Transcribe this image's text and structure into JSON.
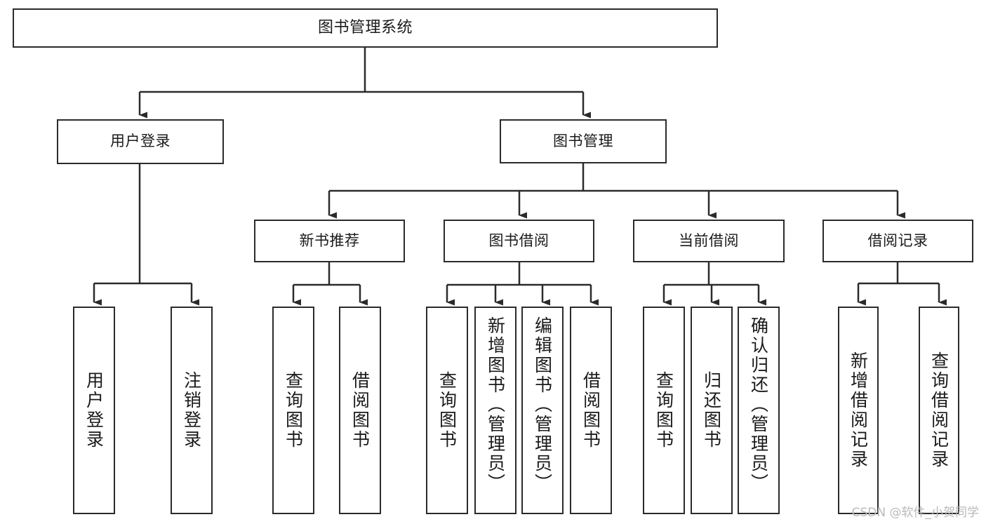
{
  "diagram": {
    "type": "tree-hierarchy",
    "title": "图书管理系统",
    "orientation": "top-down",
    "colors": {
      "box_border": "#2b2b2b",
      "box_fill": "#ffffff",
      "connector": "#2b2b2b",
      "text": "#1a1a1a",
      "watermark": "#b9b9b9",
      "background": "#ffffff"
    },
    "nodes": {
      "root": {
        "label": "图书管理系统",
        "level": 1
      },
      "level2": [
        {
          "id": "user-login",
          "label": "用户登录"
        },
        {
          "id": "book-manage",
          "label": "图书管理"
        }
      ],
      "level3": [
        {
          "id": "new-book-recommend",
          "label": "新书推荐",
          "parent": "book-manage"
        },
        {
          "id": "book-borrow",
          "label": "图书借阅",
          "parent": "book-manage"
        },
        {
          "id": "current-borrow",
          "label": "当前借阅",
          "parent": "book-manage"
        },
        {
          "id": "borrow-record",
          "label": "借阅记录",
          "parent": "book-manage"
        }
      ],
      "leaves": [
        {
          "id": "leaf-user-login",
          "label": "用户登录",
          "parent": "user-login"
        },
        {
          "id": "leaf-logout-login",
          "label": "注销登录",
          "parent": "user-login"
        },
        {
          "id": "leaf-query-book-1",
          "label": "查询图书",
          "parent": "new-book-recommend"
        },
        {
          "id": "leaf-borrow-book-1",
          "label": "借阅图书",
          "parent": "new-book-recommend"
        },
        {
          "id": "leaf-query-book-2",
          "label": "查询图书",
          "parent": "book-borrow"
        },
        {
          "id": "leaf-add-book",
          "label": "新增图书（管理员）",
          "parent": "book-borrow"
        },
        {
          "id": "leaf-edit-book",
          "label": "编辑图书（管理员）",
          "parent": "book-borrow"
        },
        {
          "id": "leaf-borrow-book-2",
          "label": "借阅图书",
          "parent": "book-borrow"
        },
        {
          "id": "leaf-query-book-3",
          "label": "查询图书",
          "parent": "current-borrow"
        },
        {
          "id": "leaf-return-book",
          "label": "归还图书",
          "parent": "current-borrow"
        },
        {
          "id": "leaf-confirm-return",
          "label": "确认归还（管理员）",
          "parent": "current-borrow"
        },
        {
          "id": "leaf-add-record",
          "label": "新增借阅记录",
          "parent": "borrow-record"
        },
        {
          "id": "leaf-query-record",
          "label": "查询借阅记录",
          "parent": "borrow-record"
        }
      ]
    }
  },
  "watermark": {
    "text": "CSDN @软件_小贺同学"
  }
}
